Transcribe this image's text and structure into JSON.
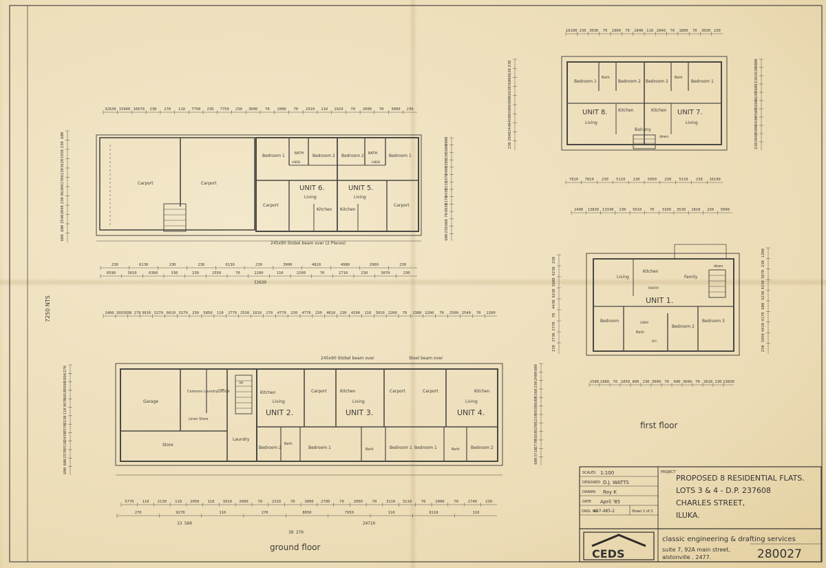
{
  "sheet": {
    "ground_floor_label": "ground floor",
    "first_floor_label": "first floor",
    "nts_label": "7250 NTS"
  },
  "upper_plan": {
    "units": [
      "UNIT 6.",
      "UNIT 5."
    ],
    "rooms": {
      "bedroom1_left": "Bedroom 1",
      "bedroom2_left": "Bedroom 2",
      "bedroom2_right": "Bedroom 2",
      "bedroom1_right": "Bedroom 1",
      "bath_left": "BATH",
      "bath_right": "BATH",
      "linen_left": "LINEN",
      "linen_right": "LINEN",
      "carport1": "Carport",
      "carport2": "Carport",
      "carport3": "Carport",
      "carport4": "Carport",
      "living_left": "Living",
      "living_right": "Living",
      "kitchen_left": "Kitchen",
      "kitchen_right": "Kitchen"
    },
    "beam_note": "245x90 Stobel beam over (2 Places)",
    "top_dims": [
      "32630",
      "15960",
      "16670",
      "230",
      "270",
      "110",
      "7750",
      "230",
      "7750",
      "230",
      "3000",
      "70",
      "2000",
      "70",
      "2910",
      "110",
      "2910",
      "70",
      "2000",
      "70",
      "3000",
      "230"
    ],
    "bottom_dims_row1": [
      "230",
      "6130",
      "230",
      "230",
      "6130",
      "230",
      "3000",
      "4820",
      "4980",
      "2960",
      "230"
    ],
    "bottom_dims_row2": [
      "6590",
      "3010",
      "6360",
      "330",
      "230",
      "2550",
      "70",
      "2200",
      "110",
      "2200",
      "70",
      "2710",
      "230",
      "3070",
      "230"
    ],
    "bottom_total": "32630",
    "left_dims": [
      "600",
      "230",
      "1950",
      "3620",
      "6130",
      "8170",
      "8630",
      "230",
      "2040",
      "2540",
      "600",
      "600"
    ],
    "right_dims": [
      "3000",
      "3600",
      "230",
      "3300",
      "2400",
      "1970",
      "2310",
      "2430",
      "5170",
      "9830",
      "70",
      "600",
      "230",
      "600"
    ]
  },
  "ground_plan": {
    "units": [
      "UNIT 2.",
      "UNIT 3.",
      "UNIT 4."
    ],
    "rooms": {
      "garage": "Garage",
      "store": "Store",
      "common_laundry": "Common Laundry",
      "office": "Office",
      "linen_store": "Linen Store",
      "laundry": "Laundry",
      "up": "up",
      "kitchen2": "Kitchen",
      "living2": "Living",
      "carport_a": "Carport",
      "kitchen3": "Kitchen",
      "living3": "Living",
      "carport_b": "Carport",
      "carport_c": "Carport",
      "kitchen4": "Kitchen",
      "living4": "Living",
      "bedroom2_u2": "Bedroom 2",
      "bath_u2": "Bath",
      "bedroom1_u2": "Bedroom 1",
      "bath_u3": "Bath",
      "bedroom1_u3": "Bedroom 1",
      "bedroom1_u4": "Bedroom 1",
      "bath_u4": "Bath",
      "bedroom2_u4": "Bedroom 2"
    },
    "beam_note_1": "245x90 Stobel beam over",
    "beam_note_2": "Steel beam over",
    "top_dims": [
      "2400",
      "16930",
      "38 270",
      "3010",
      "5270",
      "6010",
      "5270",
      "230",
      "5850",
      "110",
      "2770",
      "2530",
      "1810",
      "270",
      "4770",
      "230",
      "4770",
      "230",
      "4810",
      "230",
      "4290",
      "110",
      "3010",
      "2200",
      "70",
      "2380",
      "2200",
      "70",
      "2500",
      "2540",
      "70",
      "2200"
    ],
    "bottom_dims_row1": [
      "5770",
      "110",
      "2130",
      "110",
      "2050",
      "110",
      "3010",
      "2600",
      "70",
      "2310",
      "70",
      "3000",
      "2700",
      "70",
      "2000",
      "70",
      "3110",
      "3110",
      "70",
      "2000",
      "70",
      "2740",
      "230"
    ],
    "bottom_dims_row2": [
      "270",
      "9270",
      "110",
      "270",
      "8050",
      "7950",
      "110",
      "8110",
      "110"
    ],
    "bottom_totals": [
      "13 560",
      "24710",
      "38 270"
    ],
    "left_dims": [
      "270",
      "1890",
      "3990",
      "6010",
      "3070",
      "110",
      "9230",
      "3570",
      "2430",
      "3510",
      "2570",
      "600",
      "600"
    ],
    "right_dims": [
      "600",
      "2400",
      "230",
      "5360",
      "3680",
      "9830",
      "1210",
      "3290",
      "5650",
      "2770",
      "3710",
      "600"
    ]
  },
  "first_floor_top": {
    "units": [
      "UNIT 8.",
      "UNIT 7."
    ],
    "rooms": {
      "bedroom1_l": "Bedroom 1",
      "bath_l": "Bath",
      "bedroom2_l": "Bedroom 2",
      "bedroom2_r": "Bedroom 2",
      "bath_r": "Bath",
      "bedroom1_r": "Bedroom 1",
      "living_l": "Living",
      "kitchen_l": "Kitchen",
      "kitchen_r": "Kitchen",
      "living_r": "Living",
      "balcony": "Balcony",
      "down": "down"
    },
    "top_dims": [
      "16190",
      "230",
      "3030",
      "70",
      "1800",
      "70",
      "2840",
      "110",
      "2840",
      "70",
      "1800",
      "70",
      "3030",
      "230"
    ],
    "bottom_dims": [
      "7810",
      "7810",
      "230",
      "5110",
      "230",
      "5050",
      "230",
      "5110",
      "230",
      "16190"
    ],
    "left_dims": [
      "230",
      "8630",
      "3600",
      "2630",
      "3000",
      "3900",
      "4500",
      "2440",
      "2040",
      "230"
    ],
    "right_dims": [
      "3000",
      "2630",
      "230",
      "3600",
      "8630",
      "5690",
      "4500",
      "2440",
      "3900",
      "2040",
      "230"
    ]
  },
  "first_floor_main": {
    "unit": "UNIT 1.",
    "rooms": {
      "living": "Living",
      "kitchen": "Kitchen",
      "family": "Family",
      "down": "down",
      "pantry": "PANTRY",
      "bedroom": "Bedroom",
      "linen": "LINEN",
      "bath": "Bath",
      "wc": "W.C.",
      "bedroom2": "Bedroom 2",
      "bedroom3": "Bedroom 3"
    },
    "top_dims": [
      "2400",
      "13830",
      "13330",
      "230",
      "5010",
      "70",
      "3100",
      "3530",
      "1810",
      "230",
      "5000"
    ],
    "bottom_dims": [
      "1580",
      "1880",
      "70",
      "1850",
      "800",
      "230",
      "3900",
      "70",
      "600",
      "3000",
      "70",
      "2810",
      "230",
      "13830"
    ],
    "left_dims": [
      "230",
      "4230",
      "3600",
      "9230",
      "4430",
      "70",
      "2770",
      "2730",
      "230"
    ],
    "right_dims": [
      "1200",
      "230",
      "3870",
      "4230",
      "9230",
      "600",
      "4170",
      "4410",
      "3950",
      "230"
    ]
  },
  "title_block": {
    "scales_label": "SCALES",
    "scales_value": "1:100",
    "designed_label": "DESIGNED",
    "designed_value": "D.J. WATTS",
    "drawn_label": "DRAWN",
    "drawn_value": "Roy K",
    "date_label": "DATE",
    "date_value": "April '85",
    "dwg_label": "DWG. No",
    "dwg_value": "497-485-2",
    "sheet_label": "Sheet 2 of 2",
    "project_label": "PROJECT",
    "project_lines": [
      "PROPOSED 8 RESIDENTIAL FLATS.",
      "LOTS 3 & 4 - D.P. 237608",
      "CHARLES STREET,",
      "ILUKA."
    ],
    "logo_text": "CEDS",
    "company_name": "classic engineering & drafting services",
    "company_addr1": "suite 7, 92A main street,",
    "company_addr2": "alstonville . 2477.",
    "job_number": "280027"
  }
}
